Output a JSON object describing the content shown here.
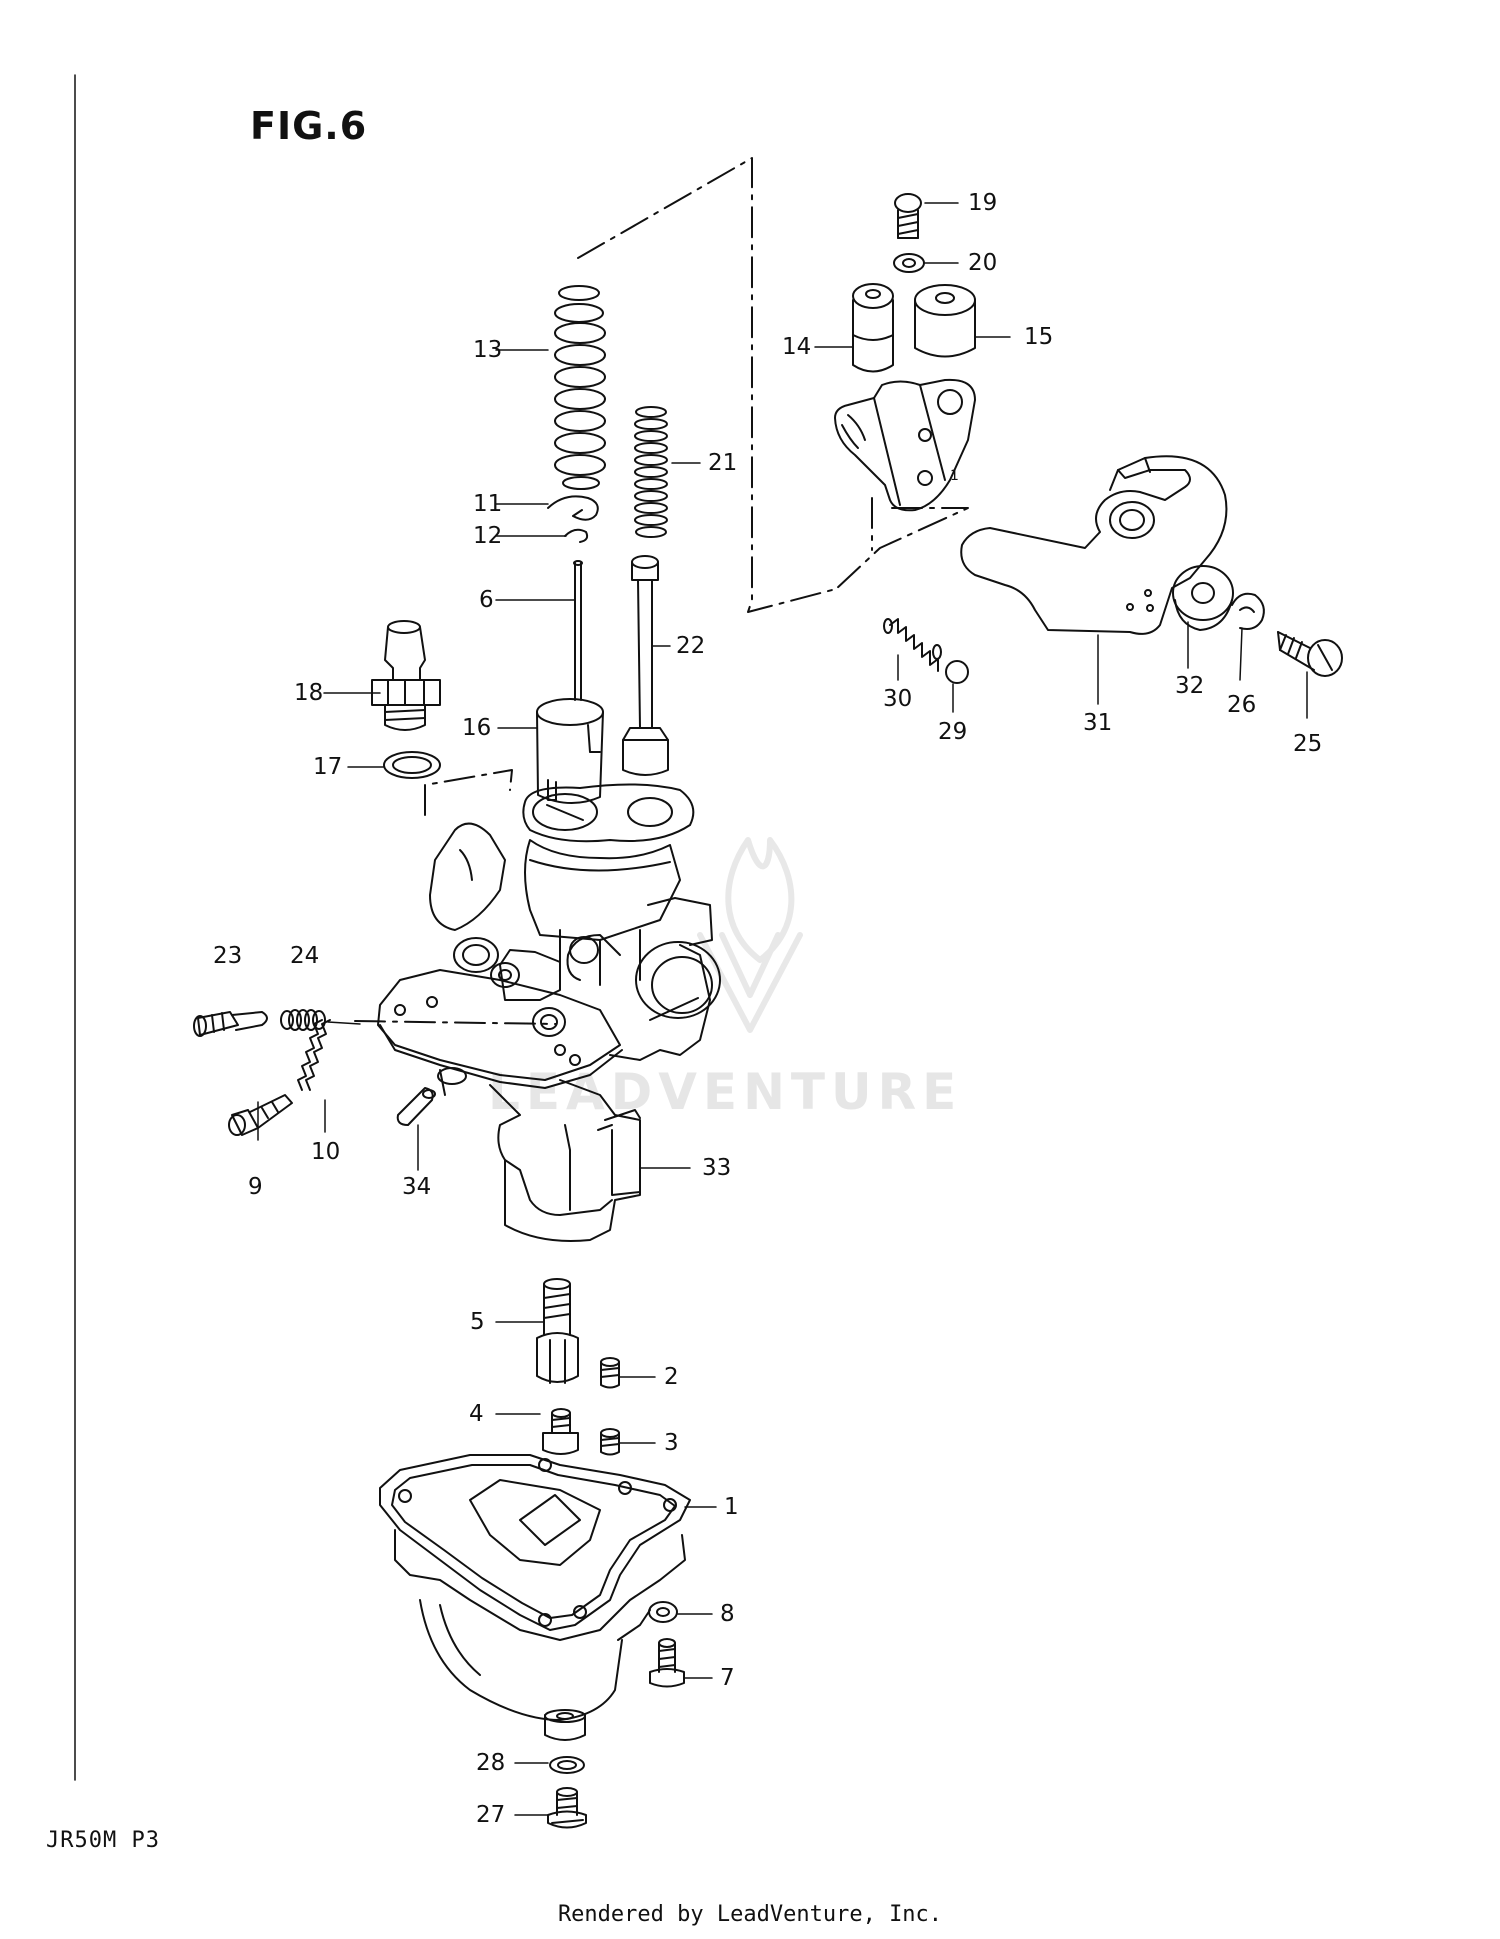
{
  "figure": {
    "title": "FIG.6"
  },
  "model_code": "JR50M  P3",
  "footer": "Rendered by LeadVenture, Inc.",
  "watermark": {
    "text": "LEADVENTURE",
    "color": "#e6e6e6"
  },
  "callouts": {
    "c1": "1",
    "c2": "2",
    "c3": "3",
    "c4": "4",
    "c5": "5",
    "c6": "6",
    "c7": "7",
    "c8": "8",
    "c9": "9",
    "c10": "10",
    "c11": "11",
    "c12": "12",
    "c13": "13",
    "c14": "14",
    "c15": "15",
    "c16": "16",
    "c17": "17",
    "c18": "18",
    "c19": "19",
    "c20": "20",
    "c21": "21",
    "c22": "22",
    "c23": "23",
    "c24": "24",
    "c25": "25",
    "c26": "26",
    "c27": "27",
    "c28": "28",
    "c29": "29",
    "c30": "30",
    "c31": "31",
    "c32": "32",
    "c33": "33",
    "c34": "34"
  },
  "colors": {
    "line": "#111111",
    "background": "#ffffff"
  }
}
